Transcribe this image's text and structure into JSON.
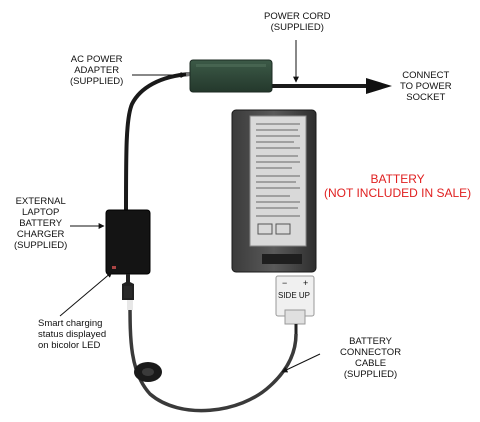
{
  "labels": {
    "power_cord": [
      "POWER CORD",
      "(SUPPLIED)"
    ],
    "ac_adapter": [
      "AC POWER",
      "ADAPTER",
      "(SUPPLIED)"
    ],
    "connect_socket": [
      "CONNECT",
      "TO POWER",
      "SOCKET"
    ],
    "battery_note": [
      "BATTERY",
      "(NOT INCLUDED IN SALE)"
    ],
    "external_charger": [
      "EXTERNAL",
      "LAPTOP",
      "BATTERY",
      "CHARGER",
      "(SUPPLIED)"
    ],
    "led_note": [
      "Smart charging",
      "status displayed",
      "on bicolor LED"
    ],
    "connector_cable": [
      "BATTERY",
      "CONNECTOR",
      "CABLE",
      "(SUPPLIED)"
    ]
  },
  "connector": {
    "side_up": "SIDE UP",
    "minus": "−",
    "plus": "+"
  },
  "colors": {
    "accent_red": "#e02020",
    "adapter_green": "#2f4a3a",
    "device_black": "#1a1a1a"
  }
}
